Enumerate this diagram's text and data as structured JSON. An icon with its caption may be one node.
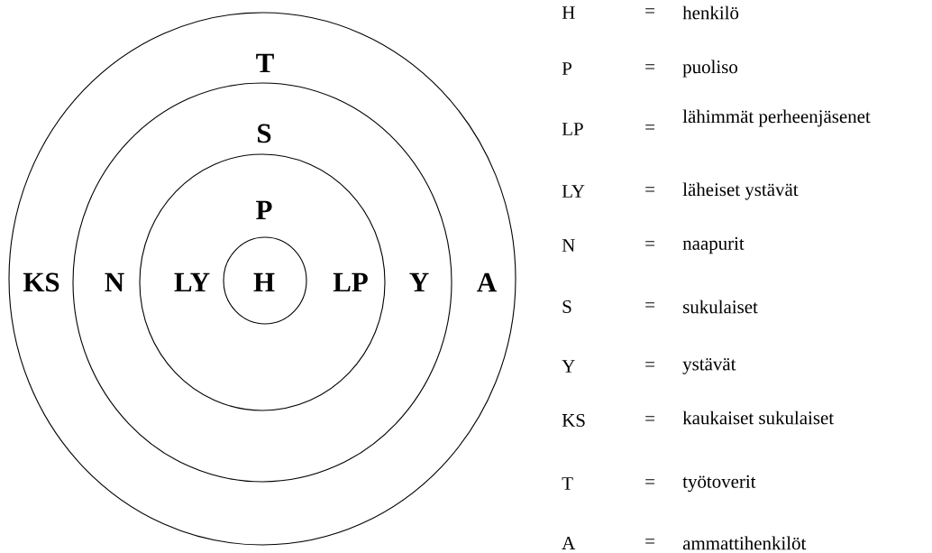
{
  "diagram": {
    "nodes": [
      {
        "text": [
          "T",
          "KS",
          "A"
        ]
      },
      {
        "text": [
          "S",
          "N",
          "Y"
        ],
        "in": 0
      },
      {
        "text": [
          "P",
          "LY",
          "LP"
        ],
        "in": 1
      },
      {
        "text": [
          "H"
        ],
        "in": 2
      }
    ],
    "labels": [
      "H",
      "=",
      "henkilö",
      "P",
      "=",
      "puoliso",
      "LP",
      "=",
      "lähimmät perheenjäsenet",
      "LY",
      "=",
      "läheiset ystävät",
      "N",
      "=",
      "naapurit",
      "S",
      "=",
      "sukulaiset",
      "Y",
      "=",
      "ystävät",
      "KS",
      "=",
      "kaukaiset sukulaiset",
      "T",
      "=",
      "työtoverit",
      "A",
      "=",
      "ammattihenkilöt"
    ]
  }
}
